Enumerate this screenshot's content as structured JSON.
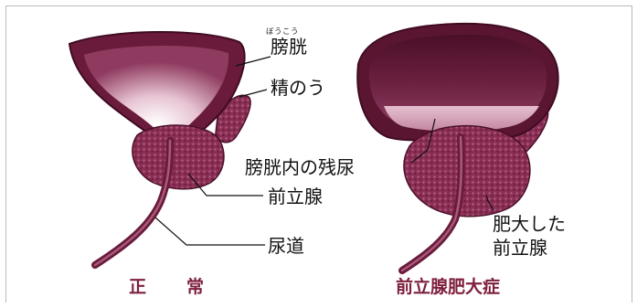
{
  "labels": {
    "bladder_ruby": "ぼうこう",
    "bladder": "膀胱",
    "seminal_vesicle": "精のう",
    "residual_urine": "膀胱内の残尿",
    "prostate": "前立腺",
    "urethra": "尿道",
    "enlarged_prostate_line1": "肥大した",
    "enlarged_prostate_line2": "前立腺"
  },
  "captions": {
    "normal": "正　　常",
    "bph": "前立腺肥大症"
  },
  "colors": {
    "organ_dark": "#5a1531",
    "organ_mid": "#8a2e55",
    "organ_light": "#d9a6bf",
    "caption": "#7d1f3c"
  }
}
